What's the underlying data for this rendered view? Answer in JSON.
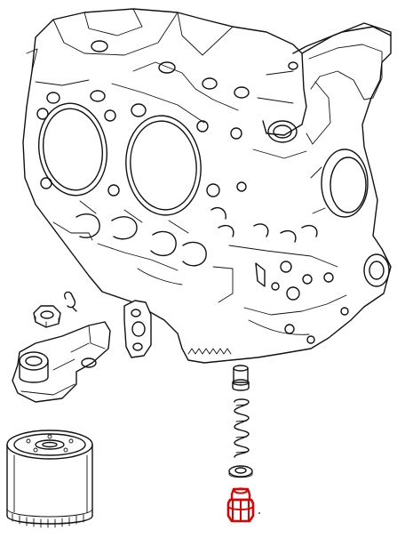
{
  "diagram": {
    "parts": [
      {
        "id": "engine-crankcase",
        "icon": "engine-block-drawing"
      },
      {
        "id": "hex-nut",
        "icon": "nut-drawing"
      },
      {
        "id": "retaining-clip",
        "icon": "clip-drawing"
      },
      {
        "id": "filter-flange-gasket",
        "icon": "gasket-drawing"
      },
      {
        "id": "oil-filter-flange",
        "icon": "flange-drawing"
      },
      {
        "id": "oil-filter",
        "icon": "filter-drawing"
      },
      {
        "id": "pressure-relief-piston",
        "icon": "piston-drawing"
      },
      {
        "id": "relief-valve-spring",
        "icon": "spring-drawing"
      },
      {
        "id": "sealing-washer",
        "icon": "washer-drawing"
      },
      {
        "id": "valve-plug",
        "icon": "plug-drawing",
        "highlighted": true
      }
    ],
    "highlight_color": "#e00000",
    "line_color": "#111111",
    "background": "#ffffff"
  }
}
